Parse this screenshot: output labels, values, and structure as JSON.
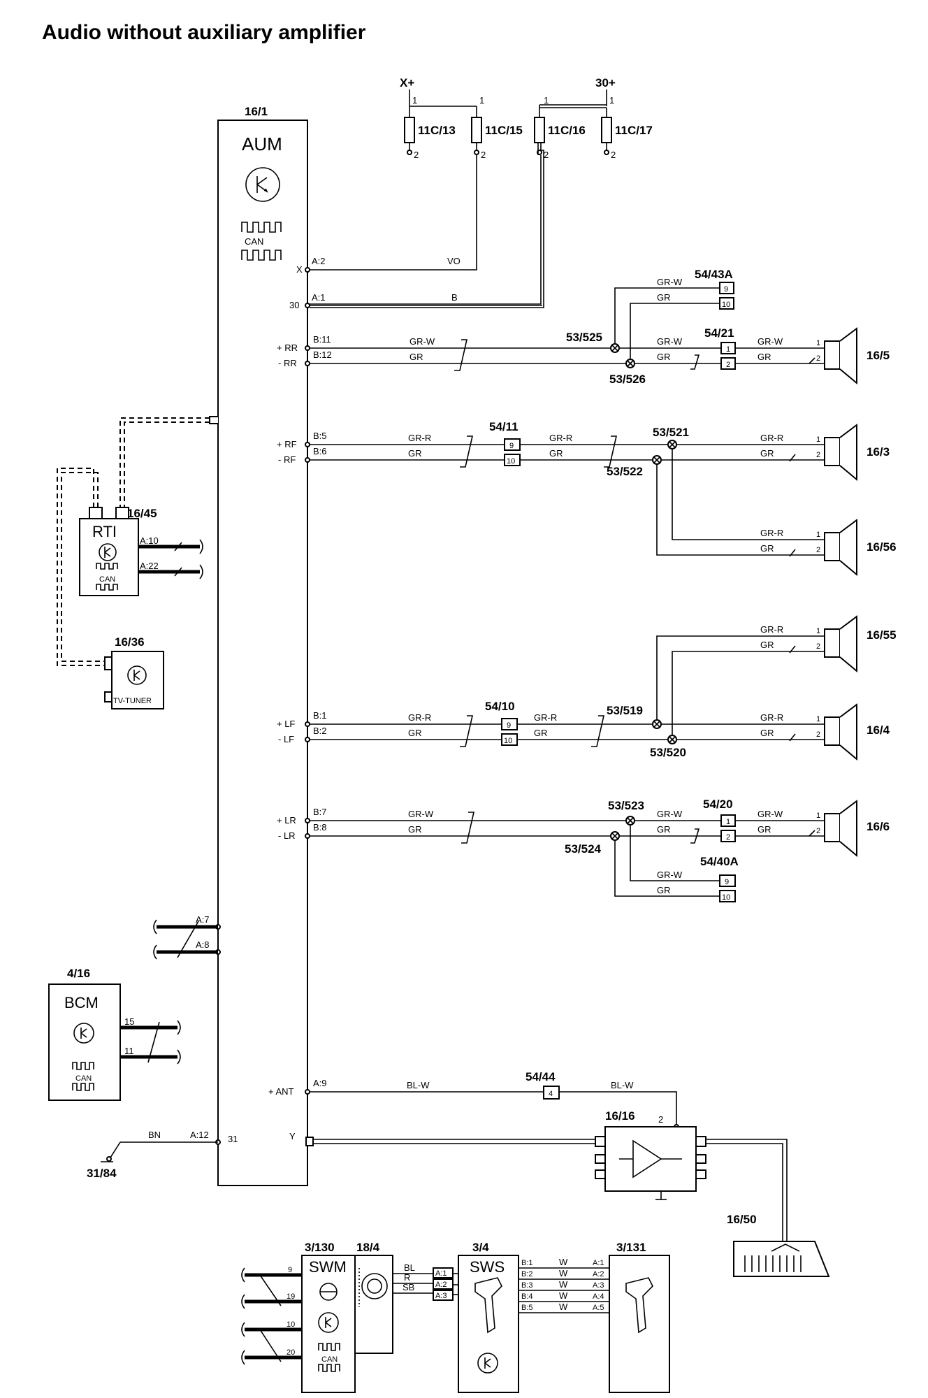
{
  "title": "Audio without auxiliary amplifier",
  "aum": {
    "ref": "16/1",
    "label": "AUM",
    "can": "CAN",
    "pins": {
      "x_term": "X",
      "x_pin": "A:2",
      "t30": "30",
      "t30_pin": "A:1",
      "rr_p": "+ RR",
      "rr_p_pin": "B:11",
      "rr_m": "- RR",
      "rr_m_pin": "B:12",
      "rf_p": "+ RF",
      "rf_p_pin": "B:5",
      "rf_m": "- RF",
      "rf_m_pin": "B:6",
      "lf_p": "+ LF",
      "lf_p_pin": "B:1",
      "lf_m": "- LF",
      "lf_m_pin": "B:2",
      "lr_p": "+ LR",
      "lr_p_pin": "B:7",
      "lr_m": "- LR",
      "lr_m_pin": "B:8",
      "a7": "A:7",
      "a8": "A:8",
      "ant": "+ ANT",
      "ant_pin": "A:9",
      "gnd_pin": "A:12",
      "gnd": "31"
    }
  },
  "fuses": {
    "xplus": "X+",
    "t30plus": "30+",
    "one": "1",
    "two": "2",
    "f13": "11C/13",
    "f15": "11C/15",
    "f16": "11C/16",
    "f17": "11C/17"
  },
  "wires": {
    "vo": "VO",
    "b": "B",
    "grw": "GR-W",
    "gr": "GR",
    "grr": "GR-R",
    "blw": "BL-W",
    "bn": "BN",
    "bl": "BL",
    "r": "R",
    "sb": "SB",
    "w": "W"
  },
  "connectors": {
    "c5443a": "54/43A",
    "c5421": "54/21",
    "c5411": "54/11",
    "c5410": "54/10",
    "c5420": "54/20",
    "c5440a": "54/40A",
    "c5444": "54/44",
    "p9": "9",
    "p10": "10",
    "p1": "1",
    "p2": "2",
    "p4": "4"
  },
  "splices": {
    "s525": "53/525",
    "s526": "53/526",
    "s521": "53/521",
    "s522": "53/522",
    "s519": "53/519",
    "s520": "53/520",
    "s523": "53/523",
    "s524": "53/524"
  },
  "speakers": {
    "rr": "16/5",
    "rf": "16/3",
    "rf2": "16/56",
    "lf2": "16/55",
    "lf": "16/4",
    "lr": "16/6"
  },
  "rti": {
    "ref": "16/45",
    "label": "RTI",
    "can": "CAN",
    "a10": "A:10",
    "a22": "A:22"
  },
  "tv": {
    "ref": "16/36",
    "label": "TV-TUNER"
  },
  "bcm": {
    "ref": "4/16",
    "label": "BCM",
    "can": "CAN",
    "p15": "15",
    "p11": "11"
  },
  "ground": {
    "ref": "31/84"
  },
  "antamp": {
    "ref": "16/16",
    "pin": "2"
  },
  "antenna": {
    "ref": "16/50"
  },
  "swm": {
    "ref": "3/130",
    "label": "SWM",
    "can": "CAN",
    "p9": "9",
    "p19": "19",
    "p10": "10",
    "p20": "20"
  },
  "clock": {
    "ref": "18/4"
  },
  "sws": {
    "ref": "3/4",
    "label": "SWS",
    "a1": "A:1",
    "a2": "A:2",
    "a3": "A:3",
    "b1": "B:1",
    "b2": "B:2",
    "b3": "B:3",
    "b4": "B:4",
    "b5": "B:5"
  },
  "c3131": {
    "ref": "3/131",
    "a1": "A:1",
    "a2": "A:2",
    "a3": "A:3",
    "a4": "A:4",
    "a5": "A:5"
  }
}
